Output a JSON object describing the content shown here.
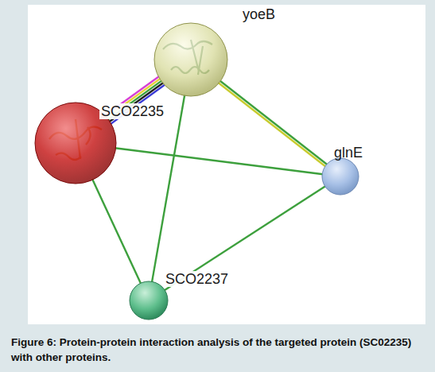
{
  "diagram": {
    "caption": "Figure 6: Protein-protein interaction analysis of the targeted protein (SC02235) with other proteins.",
    "nodes": [
      {
        "text": [
          "yoeB"
        ]
      },
      {
        "text": [
          "SCO2235"
        ]
      },
      {
        "text": [
          "glnE"
        ]
      },
      {
        "text": [
          "SCO2237"
        ]
      }
    ],
    "edges": [
      {
        "from": 1,
        "to": 0,
        "arrow": "none"
      },
      {
        "from": 0,
        "to": 2,
        "arrow": "none"
      },
      {
        "from": 1,
        "to": 2,
        "arrow": "none"
      },
      {
        "from": 0,
        "to": 3,
        "arrow": "none"
      },
      {
        "from": 1,
        "to": 3,
        "arrow": "none"
      },
      {
        "from": 3,
        "to": 2,
        "arrow": "none"
      }
    ]
  }
}
